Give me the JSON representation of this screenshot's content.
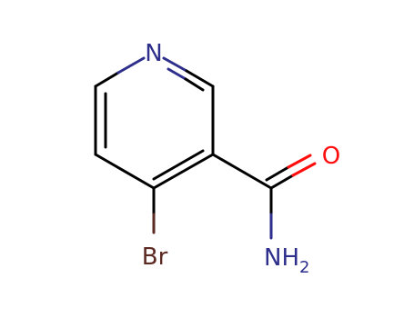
{
  "molecule": {
    "atoms": {
      "ring_nitrogen": {
        "label": "N",
        "color": "#2e2e8c"
      },
      "oxygen": {
        "label": "O",
        "color": "#ff0d0d"
      },
      "bromine": {
        "label": "Br",
        "color": "#5c2a22"
      },
      "amide_nitrogen": {
        "label": "NH",
        "subscript": "2",
        "color": "#2e2e8c"
      }
    },
    "bond_color": "#000000"
  }
}
